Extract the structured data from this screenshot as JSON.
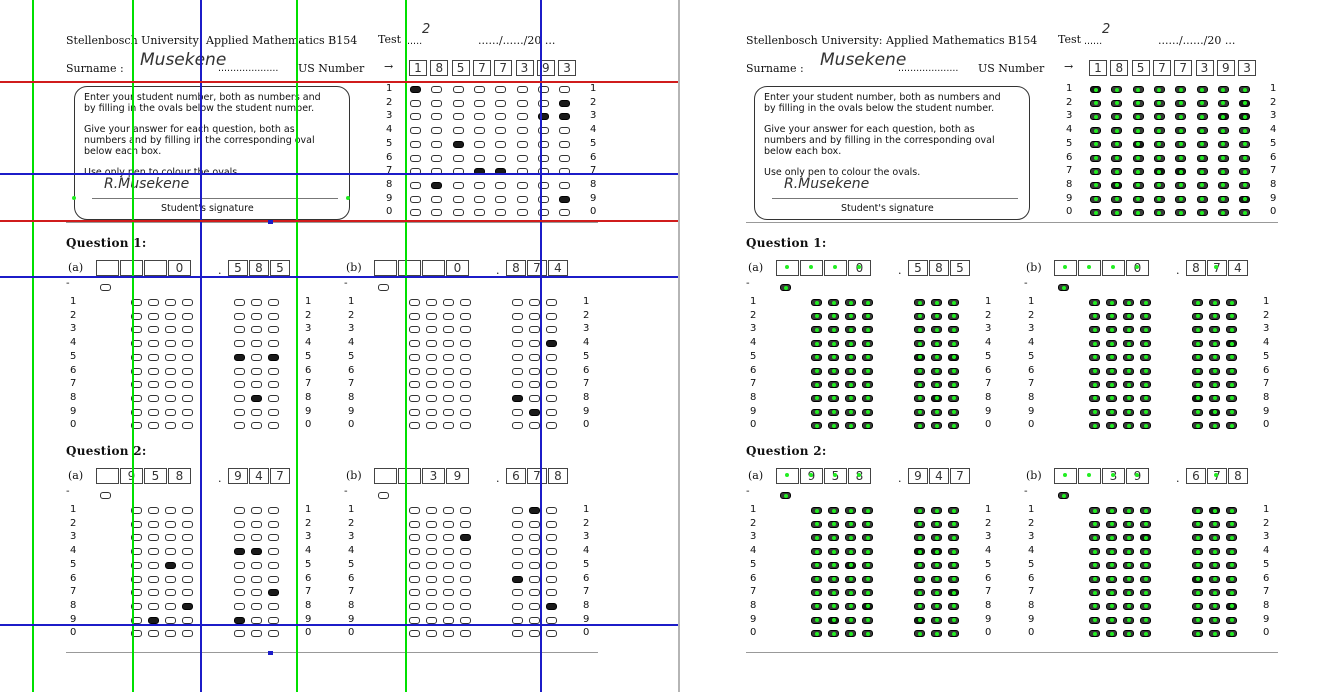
{
  "header": {
    "title": "Stellenbosch University: Applied Mathematics B154",
    "test_label": "Test",
    "test_value": "2",
    "test_dots": "......",
    "date_placeholder": "....../....../20 ...",
    "surname_label": "Surname :",
    "surname_value": "Musekene",
    "surname_dots": "....................",
    "us_number_label": "US Number",
    "us_arrow": "→",
    "student_digits": [
      "1",
      "8",
      "5",
      "7",
      "7",
      "3",
      "9",
      "3"
    ]
  },
  "instructions": {
    "line1": "Enter your student number, both as numbers and",
    "line2": "by filling in the ovals below the student number.",
    "line3": "Give your answer for each question, both as",
    "line4": "numbers and by filling in the corresponding oval",
    "line5": "below each box.",
    "line6": "Use only pen to colour the ovals.",
    "signature_value": "R.Musekene",
    "signature_label": "Student's signature"
  },
  "student_grid": {
    "rows": [
      "1",
      "2",
      "3",
      "4",
      "5",
      "6",
      "7",
      "8",
      "9",
      "0"
    ],
    "filled": [
      [
        0,
        0
      ],
      [
        1,
        7
      ],
      [
        2,
        6
      ],
      [
        2,
        7
      ],
      [
        4,
        2
      ],
      [
        6,
        3
      ],
      [
        6,
        4
      ],
      [
        7,
        1
      ],
      [
        8,
        7
      ]
    ]
  },
  "questions": [
    {
      "heading": "Question 1:",
      "parts": [
        {
          "label": "(a)",
          "int_digits": [
            "",
            "",
            "",
            "0"
          ],
          "dec_digits": [
            "5",
            "8",
            "5"
          ],
          "filled": [
            [
              4,
              4
            ],
            [
              4,
              6
            ],
            [
              7,
              5
            ]
          ]
        },
        {
          "label": "(b)",
          "int_digits": [
            "",
            "",
            "",
            "0"
          ],
          "dec_digits": [
            "8",
            "7",
            "4"
          ],
          "filled": [
            [
              3,
              6
            ],
            [
              7,
              4
            ],
            [
              8,
              5
            ]
          ]
        }
      ]
    },
    {
      "heading": "Question 2:",
      "parts": [
        {
          "label": "(a)",
          "int_digits": [
            "",
            "9",
            "5",
            "8"
          ],
          "dec_digits": [
            "9",
            "4",
            "7"
          ],
          "filled": [
            [
              3,
              4
            ],
            [
              3,
              5
            ],
            [
              4,
              2
            ],
            [
              6,
              6
            ],
            [
              7,
              3
            ],
            [
              8,
              1
            ],
            [
              8,
              4
            ]
          ]
        },
        {
          "label": "(b)",
          "int_digits": [
            "",
            "",
            "3",
            "9"
          ],
          "dec_digits": [
            "6",
            "7",
            "8"
          ],
          "filled": [
            [
              0,
              5
            ],
            [
              2,
              3
            ],
            [
              5,
              4
            ],
            [
              7,
              6
            ]
          ]
        }
      ]
    }
  ],
  "labels": {
    "minus": "-",
    "dot": "."
  },
  "colors": {
    "green": "#00e000",
    "blue": "#1c1cc8",
    "red": "#d01c1c",
    "ink": "#111111"
  }
}
